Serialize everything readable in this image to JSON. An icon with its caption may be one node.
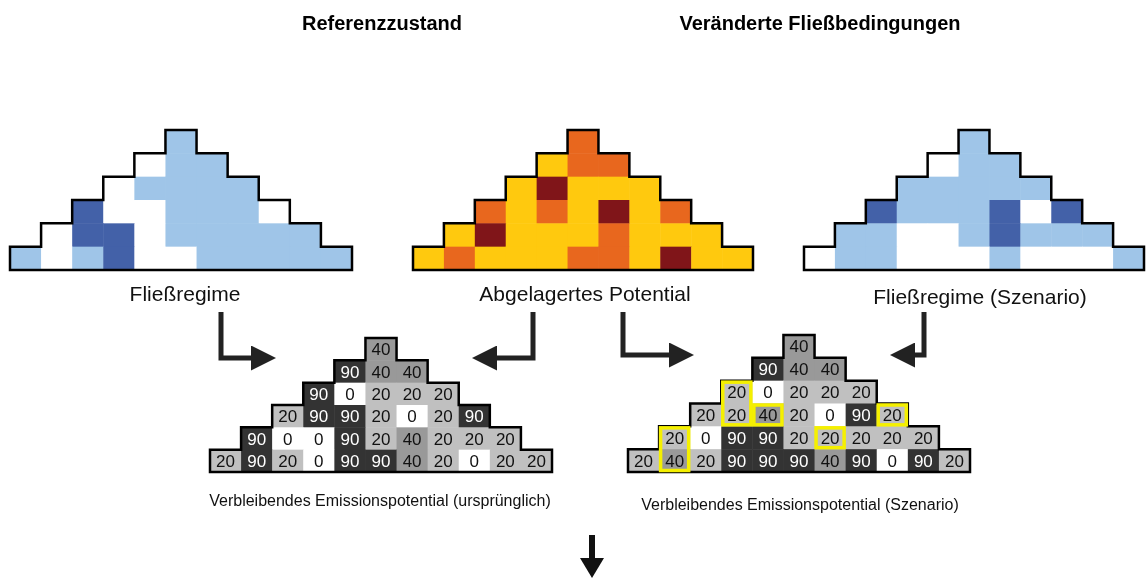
{
  "diagram": {
    "nodes": [
      {
        "text": [],
        "shape": "picture",
        "beside": [
          "Fließregime"
        ]
      },
      {
        "text": [],
        "shape": "picture",
        "beside": [
          "Abgelagertes Potential"
        ]
      },
      {
        "text": [],
        "shape": "picture",
        "beside": [
          "Fließregime (Szenario)"
        ]
      },
      {
        "text": [],
        "shape": "picture",
        "beside": [
          "Verbleibendes Emissionspotential (ursprünglich)"
        ]
      },
      {
        "text": [],
        "shape": "picture",
        "beside": [
          "Verbleibendes Emissionspotential (Szenario)"
        ]
      }
    ],
    "edges": [
      {
        "from": 0,
        "to": 3,
        "arrow": "to"
      },
      {
        "from": 1,
        "to": 3,
        "arrow": "to"
      },
      {
        "from": 1,
        "to": 4,
        "arrow": "to"
      },
      {
        "from": 2,
        "to": 4,
        "arrow": "to"
      }
    ],
    "labels": [
      "Referenzzustand",
      "Veränderte Fließbedingungen",
      "40",
      "90",
      "40",
      "40",
      "90",
      "0",
      "20",
      "20",
      "20",
      "20",
      "90",
      "90",
      "20",
      "0",
      "20",
      "90",
      "90",
      "0",
      "0",
      "90",
      "20",
      "40",
      "20",
      "20",
      "20",
      "20",
      "90",
      "20",
      "0",
      "90",
      "90",
      "40",
      "20",
      "0",
      "20",
      "20",
      "40",
      "90",
      "40",
      "40",
      "20",
      "0",
      "20",
      "20",
      "20",
      "20",
      "20",
      "40",
      "20",
      "0",
      "90",
      "20",
      "20",
      "0",
      "90",
      "90",
      "20",
      "20",
      "20",
      "20",
      "20",
      "20",
      "40",
      "20",
      "90",
      "90",
      "90",
      "40",
      "90",
      "0",
      "90",
      "20"
    ]
  }
}
